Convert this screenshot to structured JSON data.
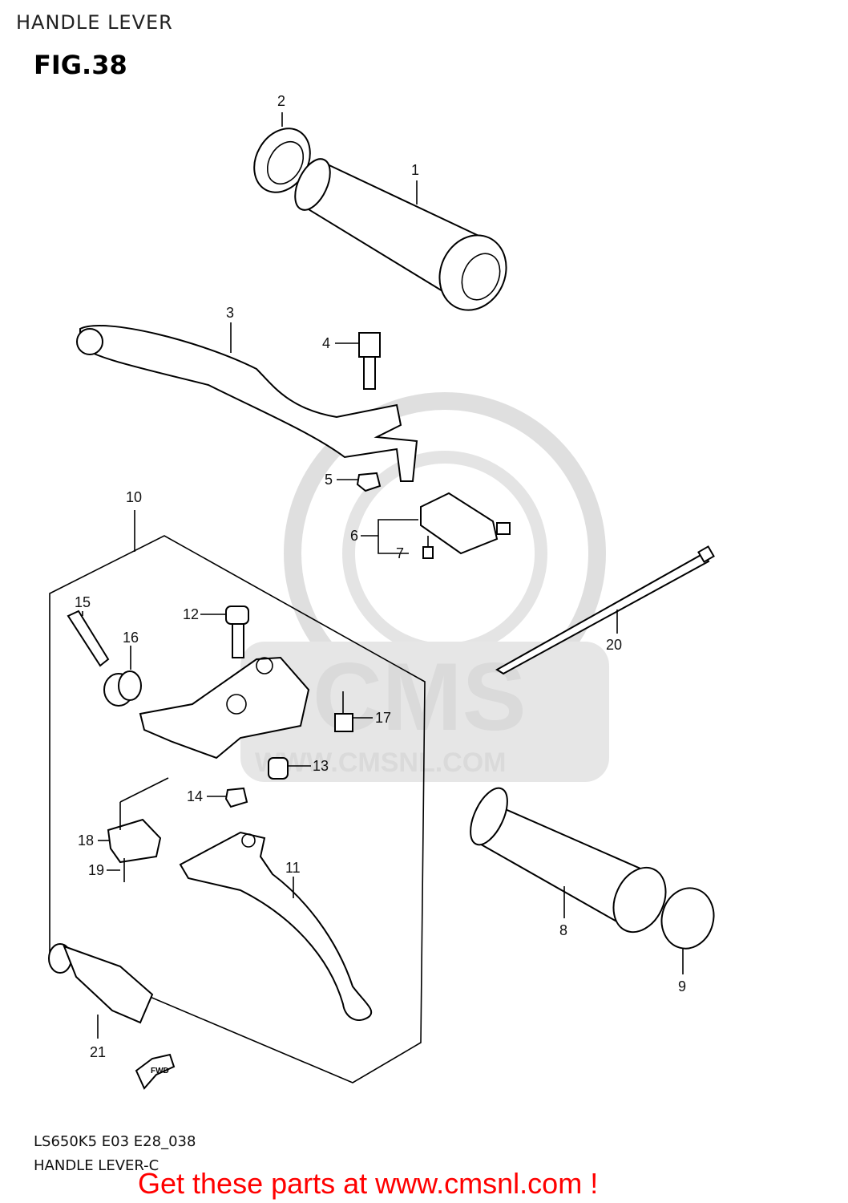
{
  "header": {
    "title": "HANDLE LEVER",
    "figure": "FIG.38"
  },
  "footer": {
    "model_code": "LS650K5 E03 E28_038",
    "section": "HANDLE LEVER-C"
  },
  "watermark": {
    "brand": "CMS",
    "url": "WWW.CMSNL.COM"
  },
  "promo": {
    "text": "Get these parts at www.cmsnl.com !",
    "color": "#ff0000"
  },
  "direction_marker": "FWD",
  "callouts": {
    "c1": "1",
    "c2": "2",
    "c3": "3",
    "c4": "4",
    "c5": "5",
    "c6": "6",
    "c7": "7",
    "c8": "8",
    "c9": "9",
    "c10": "10",
    "c11": "11",
    "c12": "12",
    "c13": "13",
    "c14": "14",
    "c15": "15",
    "c16": "16",
    "c17": "17",
    "c18": "18",
    "c19": "19",
    "c20": "20",
    "c21": "21"
  }
}
